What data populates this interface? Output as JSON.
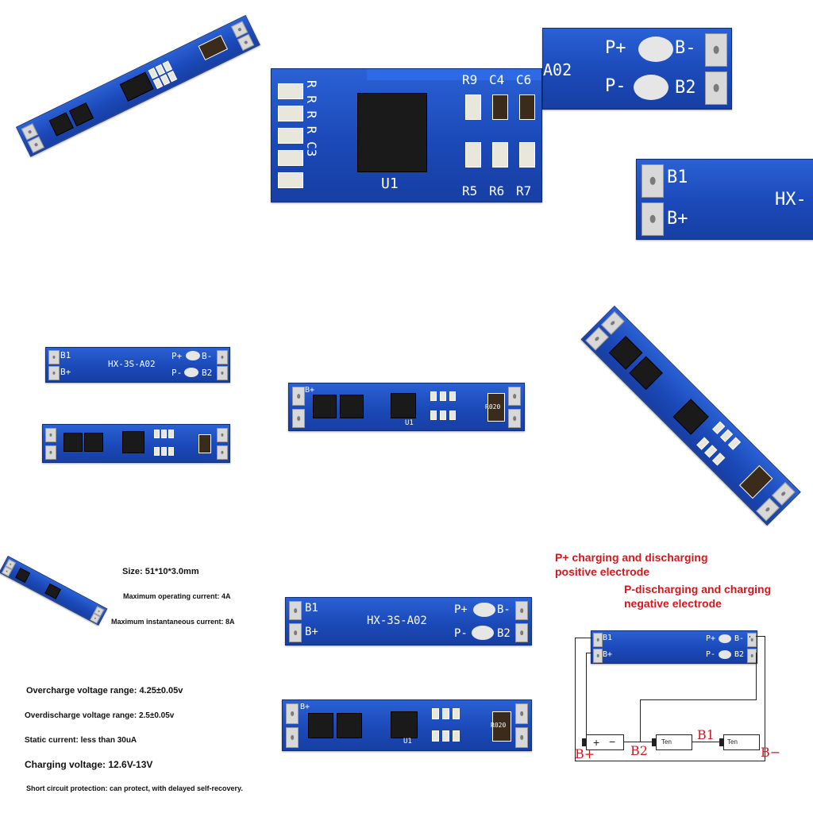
{
  "silkscreen": {
    "p_plus": "P+",
    "p_minus": "P-",
    "b_minus": "B-",
    "b2": "B2",
    "b1": "B1",
    "b_plus": "B+",
    "model": "HX-3S-A02",
    "model_partial": "A02",
    "model_hx": "HX-",
    "u1": "U1",
    "r9": "R9",
    "c4": "C4",
    "c6": "C6",
    "r5": "R5",
    "r6": "R6",
    "r7": "R7",
    "r020": "R020"
  },
  "specs": {
    "size": "Size: 51*10*3.0mm",
    "max_operating_current": "Maximum operating current: 4A",
    "max_instant_current": "Maximum instantaneous current: 8A",
    "overcharge": "Overcharge voltage range: 4.25±0.05v",
    "overdischarge": "Overdischarge voltage range: 2.5±0.05v",
    "static_current": "Static current: less than 30uA",
    "charging_voltage": "Charging voltage: 12.6V-13V",
    "short_circuit": "Short circuit protection: can protect, with delayed self-recovery."
  },
  "diagram": {
    "p_plus_line1": "P+ charging and discharging",
    "p_plus_line2": "positive electrode",
    "p_minus_line1": "P-discharging and charging",
    "p_minus_line2": "negative electrode",
    "node_b_plus": "B+",
    "node_b2": "B2",
    "node_b1": "B1",
    "node_b_minus": "B−",
    "cell_plus": "+",
    "cell_minus": "−",
    "cell_label": "Ten"
  },
  "colors": {
    "pcb": "#1b49b8",
    "annotation_red": "#d9161c"
  }
}
